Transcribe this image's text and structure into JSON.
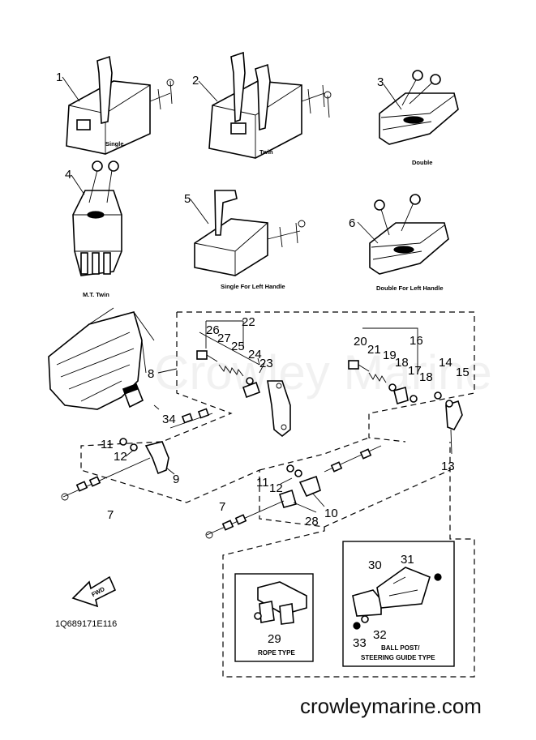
{
  "watermark": "Crowley Marine",
  "footer": {
    "site": "crowleymarine.com",
    "code": "1Q689171E116"
  },
  "fwd_label": "FWD",
  "captions": {
    "single": "Single",
    "twin": "Twin",
    "double": "Double",
    "mt_twin": "M.T.  Twin",
    "single_left": "Single For Left Handle",
    "double_left": "Double For Left Handle",
    "rope_type": "ROPE  TYPE",
    "ball_post_1": "BALL POST/",
    "ball_post_2": "STEERING GUIDE TYPE"
  },
  "callouts": {
    "n1": "1",
    "n2": "2",
    "n3": "3",
    "n4": "4",
    "n5": "5",
    "n6": "6",
    "n7a": "7",
    "n7b": "7",
    "n8": "8",
    "n9": "9",
    "n10": "10",
    "n11a": "11",
    "n11b": "11",
    "n12a": "12",
    "n12b": "12",
    "n13": "13",
    "n14": "14",
    "n15": "15",
    "n16": "16",
    "n17": "17",
    "n18a": "18",
    "n18b": "18",
    "n19": "19",
    "n20": "20",
    "n21": "21",
    "n22": "22",
    "n23": "23",
    "n24": "24",
    "n25": "25",
    "n26": "26",
    "n27": "27",
    "n28": "28",
    "n29": "29",
    "n30": "30",
    "n31": "31",
    "n32": "32",
    "n33": "33",
    "n34": "34"
  }
}
